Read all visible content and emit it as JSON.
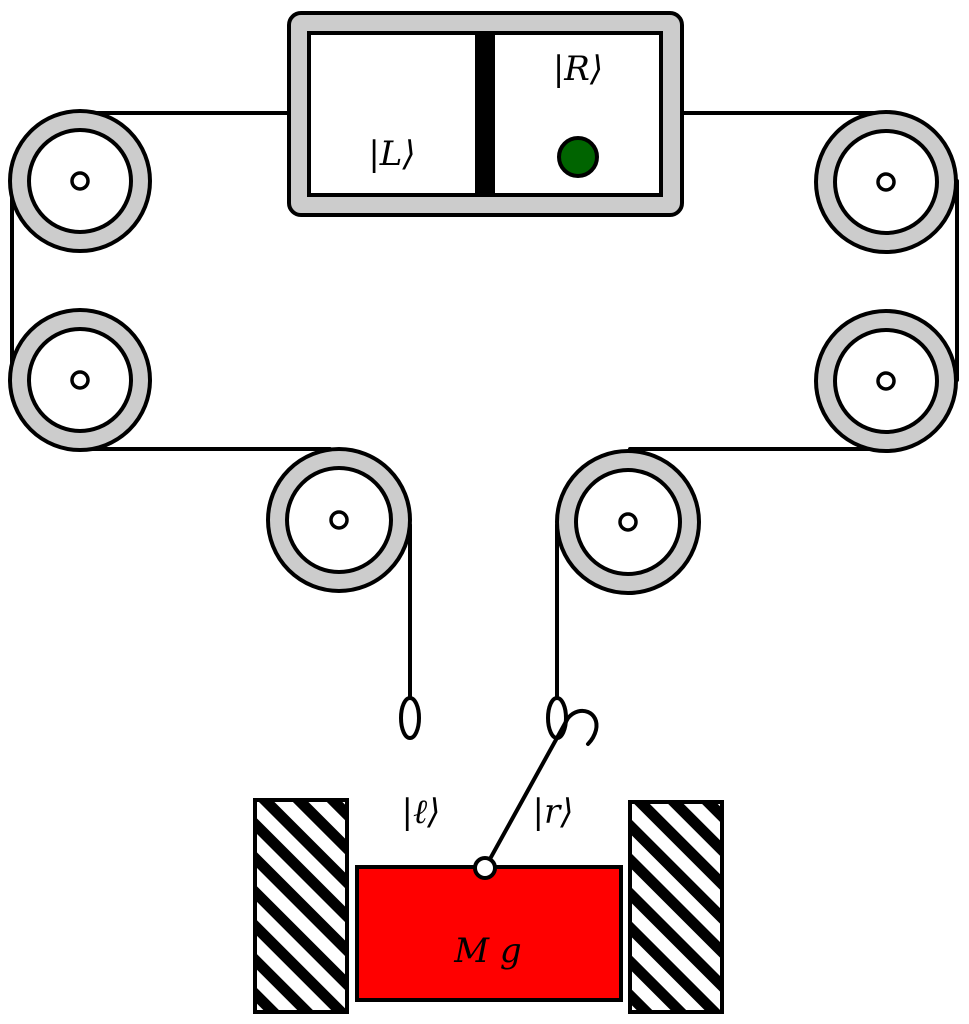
{
  "labels": {
    "state_L": "|L⟩",
    "state_R": "|R⟩",
    "state_l": "|ℓ⟩",
    "state_r": "|r⟩",
    "mass": "M g"
  },
  "colors": {
    "pulley_rim": "#cccccc",
    "box_frame": "#cccccc",
    "particle": "#006400",
    "mass_block": "#ff0000",
    "outline": "#000000"
  },
  "icons": {
    "particle": "green-dot",
    "hook": "hook-icon",
    "walls": "hatched-wall"
  }
}
